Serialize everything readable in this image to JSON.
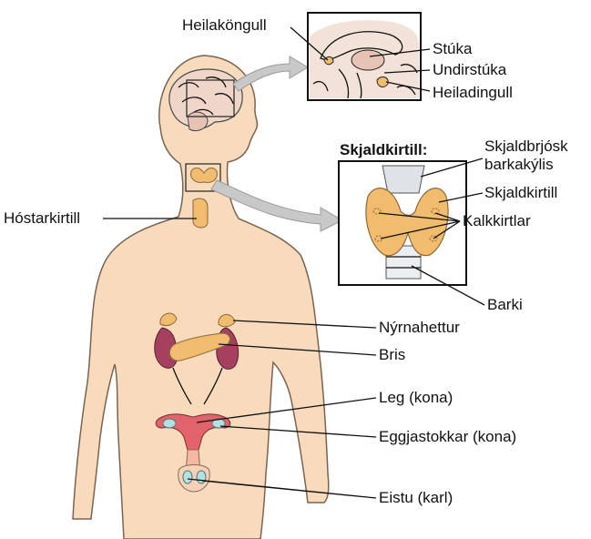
{
  "labels": {
    "pineal": "Heilaköngull",
    "thalamus": "Stúka",
    "hypothalamus": "Undirstúka",
    "pituitary": "Heiladingull",
    "thyroid_heading": "Skjaldkirtill:",
    "thyroid_cartilage_1": "Skjaldbrjósk",
    "thyroid_cartilage_2": "barkakýlis",
    "thyroid": "Skjaldkirtill",
    "parathyroids": "Kalkkirtlar",
    "thymus": "Hóstarkirtill",
    "trachea": "Barki",
    "adrenal": "Nýrnahettur",
    "pancreas": "Bris",
    "uterus": "Leg (kona)",
    "ovaries": "Eggjastokkar (kona)",
    "testes": "Eistu (karl)"
  },
  "colors": {
    "skin": "#f8dbbd",
    "skin_outline": "#7a6450",
    "organ": "#f2bc6e",
    "kidney": "#a5415e",
    "uterus": "#e3636d",
    "ovary": "#b8dfe0",
    "arrow": "#c8c8c8",
    "brain": "#efd6c9"
  }
}
